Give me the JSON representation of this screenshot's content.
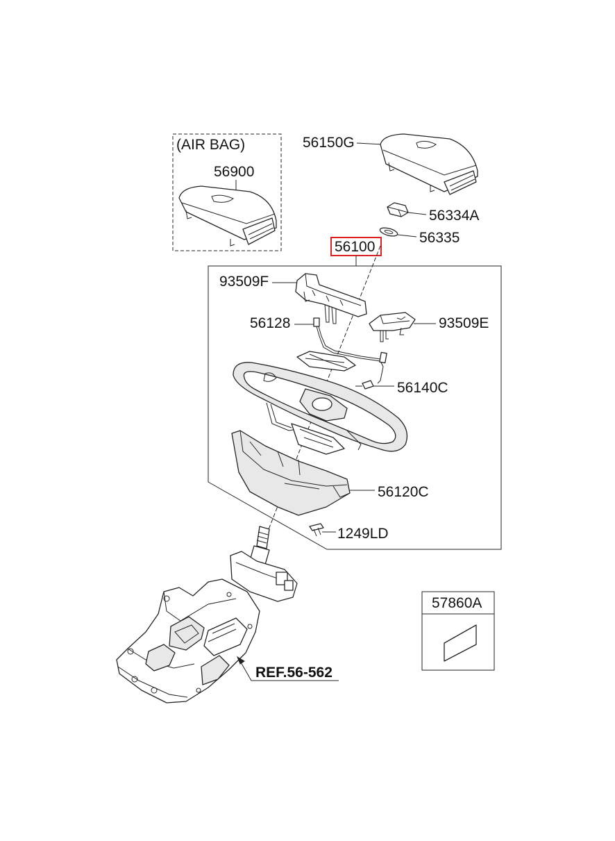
{
  "colors": {
    "highlight": "#e02020",
    "line": "#222222"
  },
  "airbag_box": {
    "title": "(AIR BAG)",
    "part": "56900"
  },
  "parts": {
    "p56150G": "56150G",
    "p56334A": "56334A",
    "p56335": "56335",
    "p56100": "56100",
    "p93509F": "93509F",
    "p56128": "56128",
    "p93509E": "93509E",
    "p56140C": "56140C",
    "p56120C": "56120C",
    "p1249LD": "1249LD",
    "p57860A": "57860A"
  },
  "reference": {
    "label": "REF.56-562"
  }
}
